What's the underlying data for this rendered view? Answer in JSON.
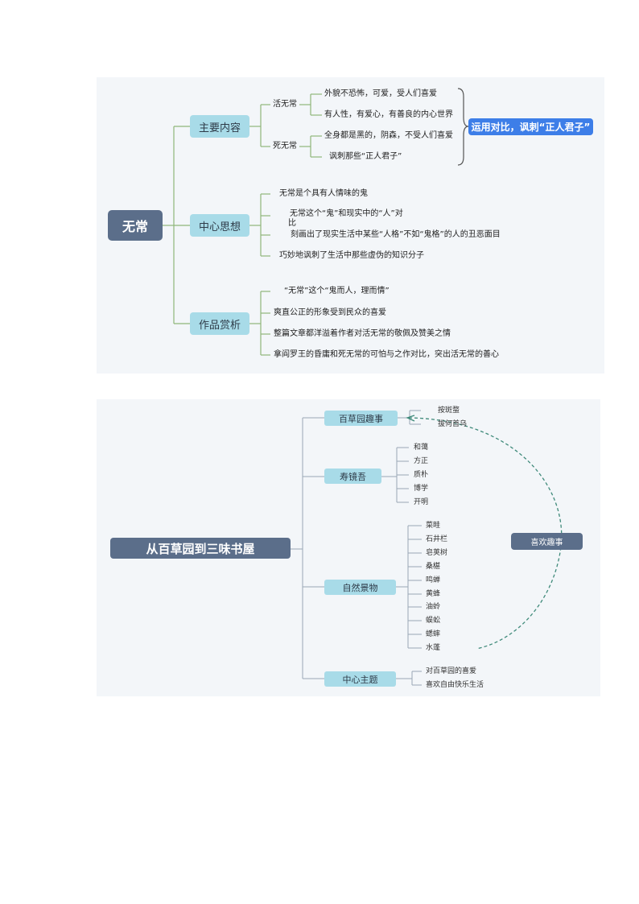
{
  "map1": {
    "root": "无常",
    "branches": [
      {
        "label": "主要内容",
        "sub": [
          {
            "label": "活无常",
            "items": [
              "外貌不恐怖，可爱，受人们喜爱",
              "有人性，有爱心，有善良的内心世界"
            ]
          },
          {
            "label": "死无常",
            "items": [
              "全身都是黑的，阴森，不受人们喜爱",
              "讽刺那些“正人君子”"
            ]
          }
        ]
      },
      {
        "label": "中心思想",
        "items": [
          "无常是个具有人情味的鬼",
          "无常这个“鬼”和现实中的“人”对",
          "比",
          "刻画出了现实生活中某些“人格”不如“鬼格”的人的丑恶面目",
          "巧妙地讽刺了生活中那些虚伪的知识分子"
        ]
      },
      {
        "label": "作品赏析",
        "items": [
          "“无常”这个“鬼而人，理而情”",
          "爽直公正的形象受到民众的喜爱",
          "整篇文章都洋溢着作者对活无常的敬佩及赞美之情",
          "拿阎罗王的昏庸和死无常的可怕与之作对比，突出活无常的善心"
        ]
      }
    ],
    "summary": "运用对比，讽刺“正人君子”"
  },
  "map2": {
    "root": "从百草园到三味书屋",
    "branches": [
      {
        "label": "百草园趣事",
        "items": [
          "按斑蝥",
          "拔何首乌"
        ]
      },
      {
        "label": "寿镜吾",
        "items": [
          "和蔼",
          "方正",
          "质朴",
          "博学",
          "开明"
        ]
      },
      {
        "label": "自然景物",
        "items": [
          "菜畦",
          "石井栏",
          "皂荚树",
          "桑椹",
          "鸣蝉",
          "黄蜂",
          "油蛉",
          "蜈蚣",
          "蟋蟀",
          "水蓬"
        ]
      },
      {
        "label": "中心主题",
        "items": [
          "对百草园的喜爱",
          "喜欢自由快乐生活"
        ]
      }
    ],
    "summary": "喜欢趣事"
  },
  "colors": {
    "root": "#5b6e8a",
    "branch": "#a8dbe8",
    "summary": "#3d7ee8",
    "line1": "#8fb67a",
    "line2": "#9aa7b5",
    "dashed": "#3f8a7a",
    "panel": "#f3f6f9"
  }
}
